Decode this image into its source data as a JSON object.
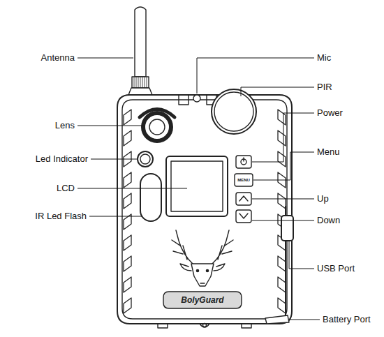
{
  "diagram": {
    "labels": [
      "Antenna",
      "Mic",
      "PIR",
      "Lens",
      "Power",
      "Menu",
      "Led Indicator",
      "MENU",
      "LCD",
      "Up",
      "IR Led Flash",
      "Down",
      "USB Port",
      "BolyGuard",
      "Battery Port"
    ]
  }
}
